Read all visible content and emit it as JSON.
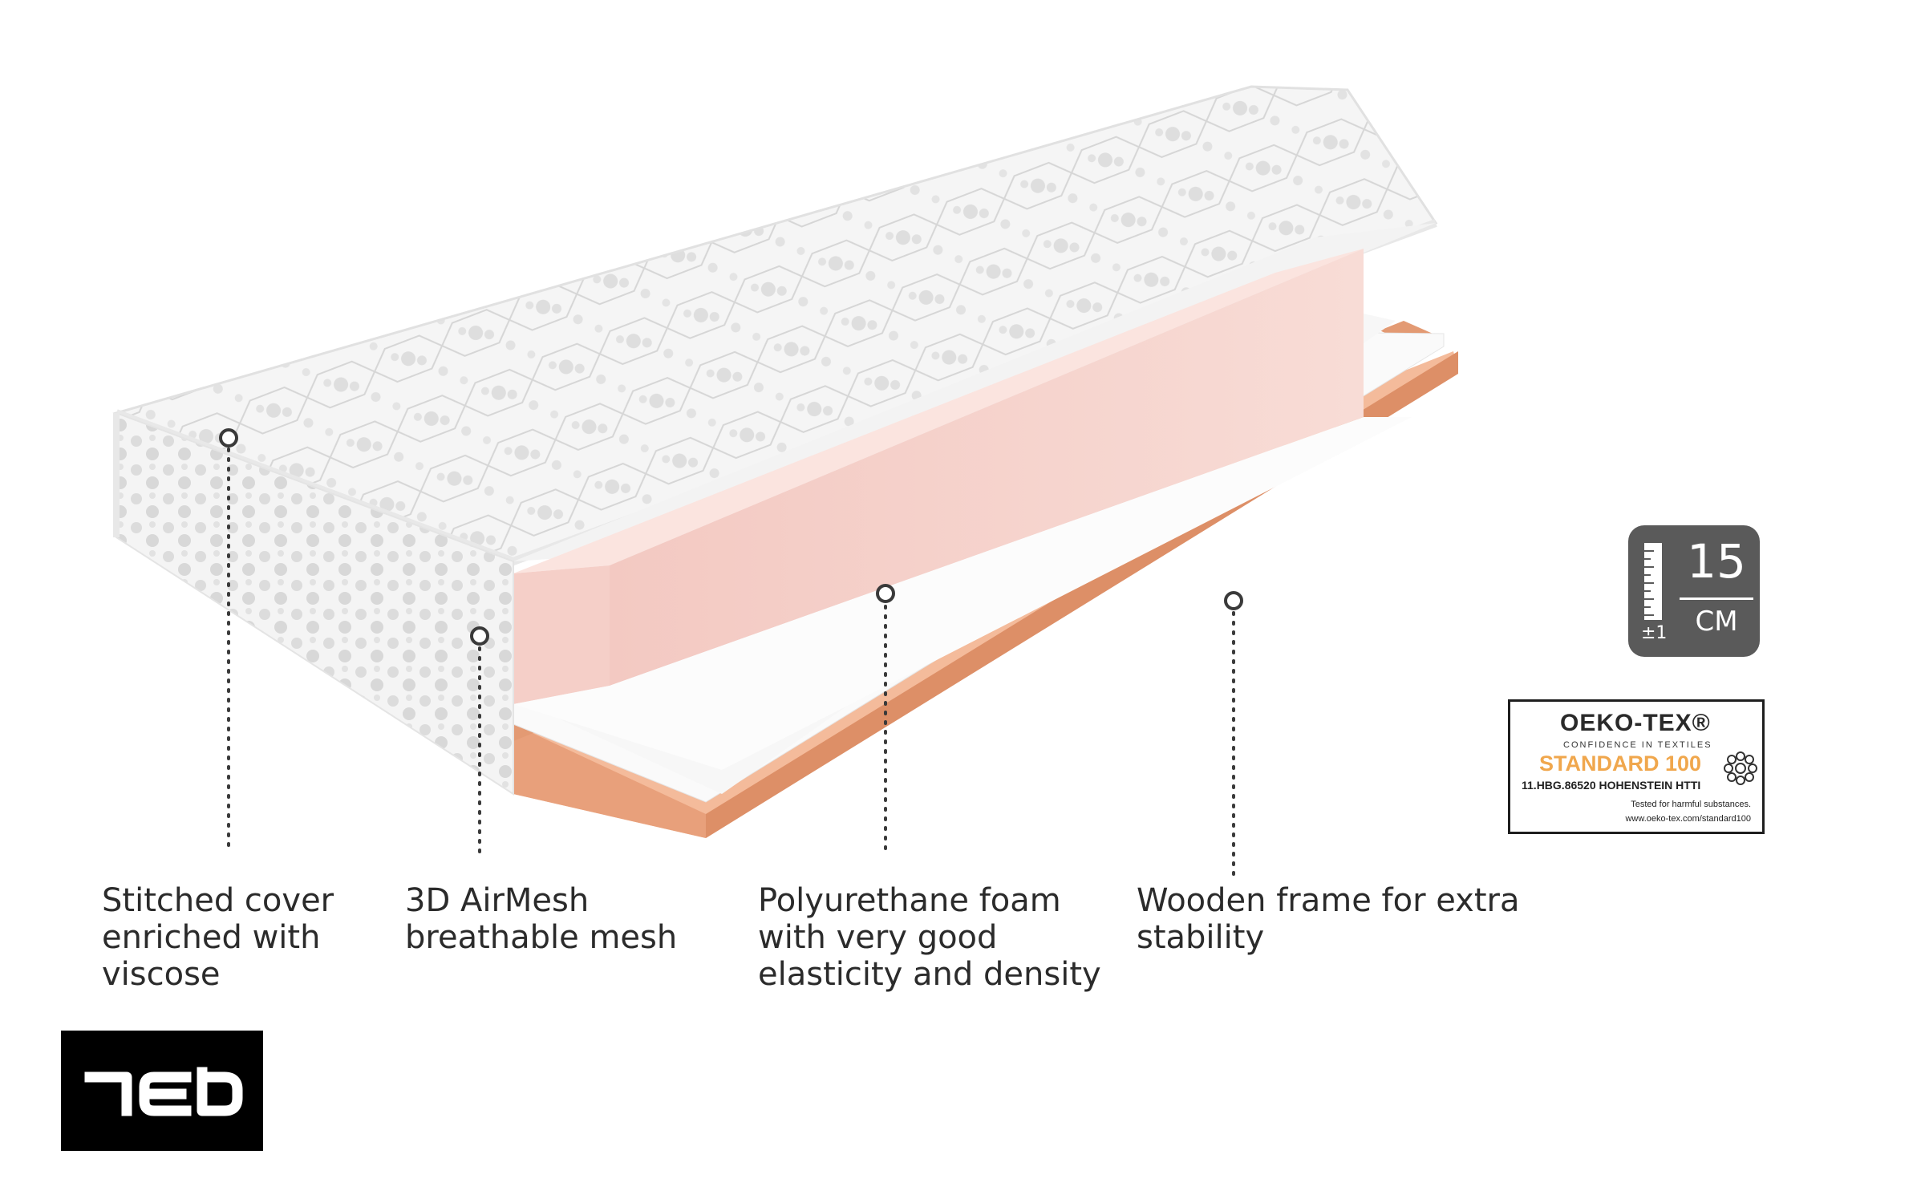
{
  "features": [
    {
      "id": "cover",
      "lines": [
        "Stitched cover",
        "enriched with",
        "viscose"
      ]
    },
    {
      "id": "mesh",
      "lines": [
        "3D AirMesh",
        "breathable mesh"
      ]
    },
    {
      "id": "foam",
      "lines": [
        "Polyurethane foam",
        "with very good",
        "elasticity and density"
      ]
    },
    {
      "id": "frame",
      "lines": [
        "Wooden frame for extra",
        "stability"
      ]
    }
  ],
  "height_badge": {
    "value": "15",
    "unit": "CM",
    "tolerance": "±1"
  },
  "certificate": {
    "brand": "OEKO-TEX®",
    "tagline": "CONFIDENCE IN TEXTILES",
    "standard": "STANDARD 100",
    "code": "11.HBG.86520 HOHENSTEIN HTTI",
    "note_1": "Tested for harmful substances.",
    "note_2": "www.oeko-tex.com/standard100"
  },
  "logo": {
    "text": "TED"
  },
  "colors": {
    "foam": "#f6d2cc",
    "foam_top": "#fbe4df",
    "wood": "#f2b08c",
    "wood_dark": "#e0926a",
    "cover": "#f3f3f3",
    "badge": "#5a5a5a",
    "oeko_standard": "#f0a74d"
  }
}
